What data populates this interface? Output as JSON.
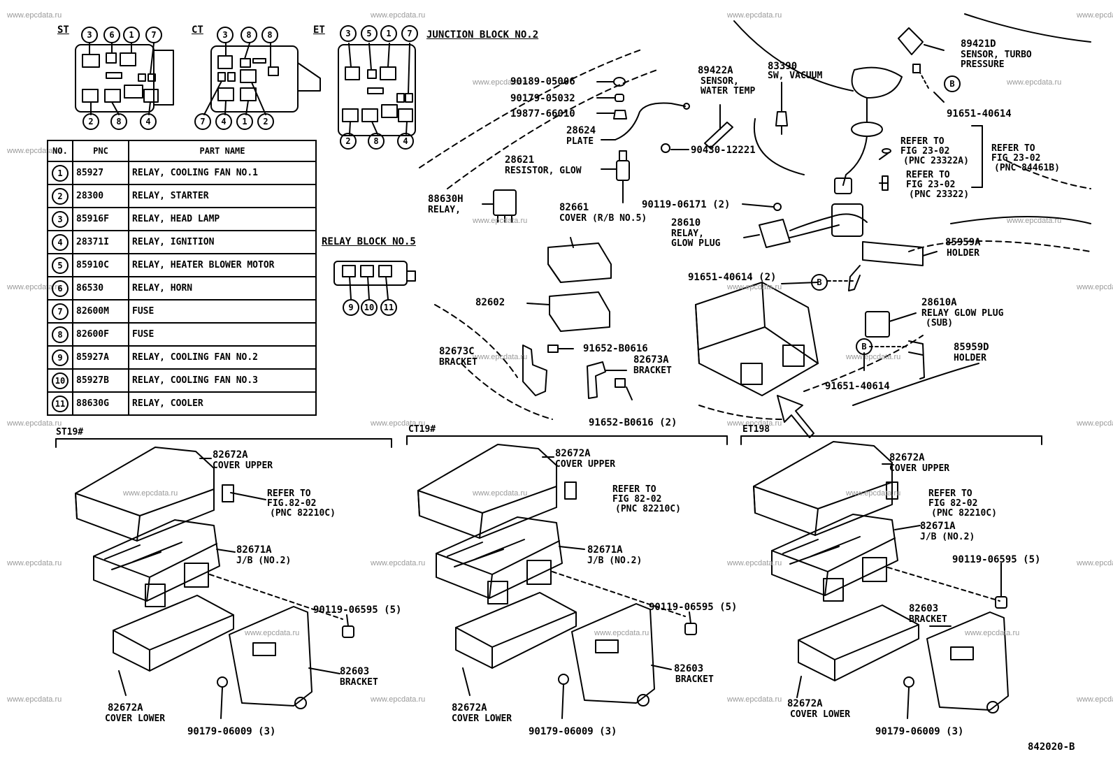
{
  "watermark": "www.epcdata.ru",
  "diagram_code": "842020-B",
  "relay_blocks": {
    "st": {
      "label": "ST",
      "top_nums": [
        "3",
        "6",
        "1",
        "7"
      ],
      "bottom_nums": [
        "2",
        "8",
        "4"
      ]
    },
    "ct": {
      "label": "CT",
      "top_nums": [
        "3",
        "8",
        "8"
      ],
      "bottom_nums": [
        "7",
        "4",
        "1",
        "2"
      ]
    },
    "et": {
      "label": "ET",
      "top_nums": [
        "3",
        "5",
        "1",
        "7"
      ],
      "bottom_nums": [
        "2",
        "8",
        "4"
      ]
    },
    "junction_block_title": "JUNCTION BLOCK NO.2",
    "relay_block5_title": "RELAY BLOCK NO.5",
    "relay_block5_nums": [
      "9",
      "10",
      "11"
    ]
  },
  "parts_table": {
    "headers": [
      "NO.",
      "PNC",
      "PART NAME"
    ],
    "rows": [
      {
        "no": "1",
        "pnc": "85927",
        "name": "RELAY, COOLING FAN NO.1"
      },
      {
        "no": "2",
        "pnc": "28300",
        "name": "RELAY, STARTER"
      },
      {
        "no": "3",
        "pnc": "85916F",
        "name": "RELAY, HEAD LAMP"
      },
      {
        "no": "4",
        "pnc": "28371I",
        "name": "RELAY, IGNITION"
      },
      {
        "no": "5",
        "pnc": "85910C",
        "name": "RELAY, HEATER BLOWER MOTOR"
      },
      {
        "no": "6",
        "pnc": "86530",
        "name": "RELAY, HORN"
      },
      {
        "no": "7",
        "pnc": "82600M",
        "name": "FUSE"
      },
      {
        "no": "8",
        "pnc": "82600F",
        "name": "FUSE"
      },
      {
        "no": "9",
        "pnc": "85927A",
        "name": "RELAY, COOLING FAN NO.2"
      },
      {
        "no": "10",
        "pnc": "85927B",
        "name": "RELAY, COOLING FAN NO.3"
      },
      {
        "no": "11",
        "pnc": "88630G",
        "name": "RELAY, COOLER"
      }
    ]
  },
  "callouts": {
    "p90189": "90189-05006",
    "p90179a": "90179-05032",
    "p19877": "19877-66010",
    "p28624": "28624",
    "p28624n": "PLATE",
    "p28621": "28621",
    "p28621n": "RESISTOR, GLOW",
    "p88630h": "88630H",
    "p88630hn": "RELAY,",
    "p89422a": "89422A",
    "p89422an1": "SENSOR,",
    "p89422an2": "WATER TEMP",
    "p90430": "90430-12221",
    "p83390": "83390",
    "p83390n": "SW, VACUUM",
    "p89421d": "89421D",
    "p89421dn1": "SENSOR, TURBO",
    "p89421dn2": "PRESSURE",
    "p91651a": "91651-40614",
    "refer1a": "REFER TO",
    "refer1b": "FIG 23-02",
    "refer1c": "(PNC 23322A)",
    "refer2a": "REFER TO",
    "refer2b": "FIG 23-02",
    "refer2c": "(PNC 23322)",
    "refer3a": "REFER TO",
    "refer3b": "FIG 23-02",
    "refer3c": "(PNC 84461B)",
    "p82661": "82661",
    "p82661n": "COVER (R/B NO.5)",
    "p90119a": "90119-06171 (2)",
    "p28610": "28610",
    "p28610n1": "RELAY,",
    "p28610n2": "GLOW PLUG",
    "p85959a": "85959A",
    "p85959an": "HOLDER",
    "p91651b": "91651-40614 (2)",
    "p82602": "82602",
    "p28610a": "28610A",
    "p28610an1": "RELAY GLOW PLUG",
    "p28610an2": "(SUB)",
    "p82673c": "82673C",
    "p82673cn": "BRACKET",
    "p91652a": "91652-B0616",
    "p82673a": "82673A",
    "p82673an": "BRACKET",
    "p85959d": "85959D",
    "p85959dn": "HOLDER",
    "p91651c": "91651-40614",
    "p91652b": "91652-B0616 (2)",
    "b_marker": "B"
  },
  "sections": [
    {
      "title": "ST19#",
      "cover_upper": "82672A",
      "cover_upper_n": "COVER UPPER",
      "refer_a": "REFER TO",
      "refer_b": "FIG.82-02",
      "refer_c": "(PNC 82210C)",
      "jb": "82671A",
      "jb_n": "J/B (NO.2)",
      "bolt": "90119-06595 (5)",
      "bracket": "82603",
      "bracket_n": "BRACKET",
      "cover_lower": "82672A",
      "cover_lower_n": "COVER LOWER",
      "nut": "90179-06009 (3)"
    },
    {
      "title": "CT19#",
      "cover_upper": "82672A",
      "cover_upper_n": "COVER UPPER",
      "refer_a": "REFER TO",
      "refer_b": "FIG 82-02",
      "refer_c": "(PNC 82210C)",
      "jb": "82671A",
      "jb_n": "J/B (NO.2)",
      "bolt": "90119-06595 (5)",
      "bracket": "82603",
      "bracket_n": "BRACKET",
      "cover_lower": "82672A",
      "cover_lower_n": "COVER LOWER",
      "nut": "90179-06009 (3)"
    },
    {
      "title": "ET198",
      "cover_upper": "82672A",
      "cover_upper_n": "COVER UPPER",
      "refer_a": "REFER TO",
      "refer_b": "FIG 82-02",
      "refer_c": "(PNC 82210C)",
      "jb": "82671A",
      "jb_n": "J/B (NO.2)",
      "bolt": "90119-06595 (5)",
      "bracket": "82603",
      "bracket_n": "BRACKET",
      "cover_lower": "82672A",
      "cover_lower_n": "COVER LOWER",
      "nut": "90179-06009 (3)"
    }
  ]
}
